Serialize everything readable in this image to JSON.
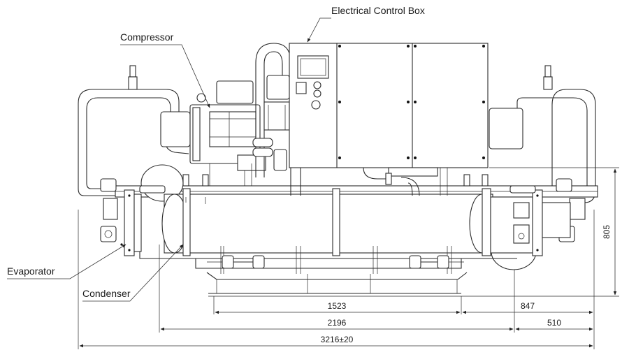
{
  "labels": {
    "electrical_control_box": "Electrical Control Box",
    "compressor": "Compressor",
    "evaporator": "Evaporator",
    "condenser": "Condenser"
  },
  "dimensions": {
    "d1523": "1523",
    "d847": "847",
    "d2196": "2196",
    "d510": "510",
    "d3216": "3216±20",
    "d805": "805"
  }
}
